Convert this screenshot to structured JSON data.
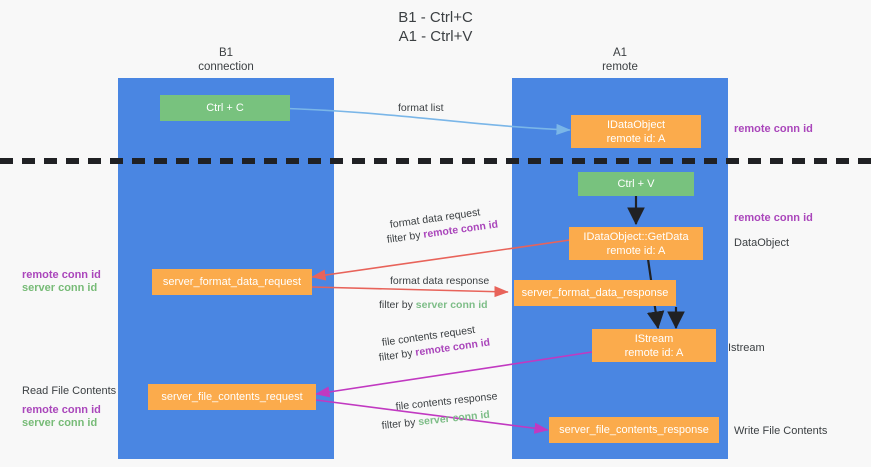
{
  "diagram": {
    "title_line1": "B1 - Ctrl+C",
    "title_line2": "A1 - Ctrl+V",
    "columns": [
      {
        "name": "B1",
        "sub": "connection"
      },
      {
        "name": "A1",
        "sub": "remote"
      }
    ],
    "colors": {
      "lane": "#4a86e2",
      "green_box": "#78c27e",
      "orange_box": "#fbab4c",
      "purple_text": "#aa46bb",
      "green_text": "#7dbd87",
      "red_arrow": "#e8635a",
      "magenta_arrow": "#c139c1",
      "blue_arrow": "#7ab6e8",
      "black_arrow": "#202124",
      "background": "#f8f8f8"
    },
    "nodes": [
      {
        "id": "ctrl-c",
        "line1": "Ctrl + C",
        "line2": ""
      },
      {
        "id": "idataobject",
        "line1": "IDataObject",
        "line2": "remote id: A"
      },
      {
        "id": "ctrl-v",
        "line1": "Ctrl + V",
        "line2": ""
      },
      {
        "id": "getdata",
        "line1": "IDataObject::GetData",
        "line2": "remote id: A"
      },
      {
        "id": "fmt-req",
        "line1": "server_format_data_request",
        "line2": ""
      },
      {
        "id": "fmt-resp",
        "line1": "server_format_data_response",
        "line2": ""
      },
      {
        "id": "istream",
        "line1": "IStream",
        "line2": "remote id: A"
      },
      {
        "id": "file-req",
        "line1": "server_file_contents_request",
        "line2": ""
      },
      {
        "id": "file-resp",
        "line1": "server_file_contents_response",
        "line2": ""
      }
    ],
    "edge_labels": {
      "format_list": "format list",
      "format_data_request": "format data request",
      "format_data_request_filter_prefix": "filter by ",
      "format_data_request_filter_key": "remote conn id",
      "format_data_response": "format data response",
      "format_data_response_filter_prefix": "filter by ",
      "format_data_response_filter_key": "server conn id",
      "file_contents_request": "file contents request",
      "file_contents_request_filter_prefix": "filter by ",
      "file_contents_request_filter_key": "remote conn id",
      "file_contents_response": "file contents response",
      "file_contents_response_filter_prefix": "filter by ",
      "file_contents_response_filter_key": "server conn id"
    },
    "left_annotations": {
      "remote_conn_id": "remote conn id",
      "server_conn_id": "server conn id",
      "read_file_contents": "Read File Contents",
      "remote_conn_id_2": "remote conn id",
      "server_conn_id_2": "server conn id"
    },
    "right_annotations": {
      "remote_conn_id_top": "remote conn id",
      "remote_conn_id_mid": "remote conn id",
      "data_object": "DataObject",
      "istream": "Istream",
      "write_file_contents": "Write File Contents"
    }
  }
}
